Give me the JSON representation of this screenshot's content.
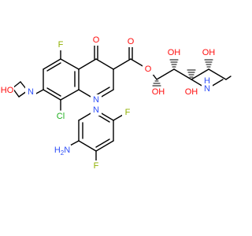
{
  "atom_labels": {
    "oxo": "O",
    "ester_carbonyl_o": "O",
    "ester_o": "O",
    "fluoro_6": "F",
    "chloro_8": "Cl",
    "ring_n1": "N",
    "azetidine_n": "N",
    "hydroxy_azetidine": "HO",
    "pyridine_n": "N",
    "pyridine_f_3": "F",
    "pyridine_f_5": "F",
    "amino": "H2N",
    "oh_2": "OH",
    "oh_3": "OH",
    "oh_4": "OH",
    "oh_5": "OH",
    "amine_nh": "H",
    "amine_n": "N"
  },
  "colors": {
    "bond": "#000000",
    "oxygen": "#ff0d0d",
    "nitrogen": "#3050f8",
    "fluorine": "#8fb000",
    "chlorine": "#1fb01f"
  }
}
